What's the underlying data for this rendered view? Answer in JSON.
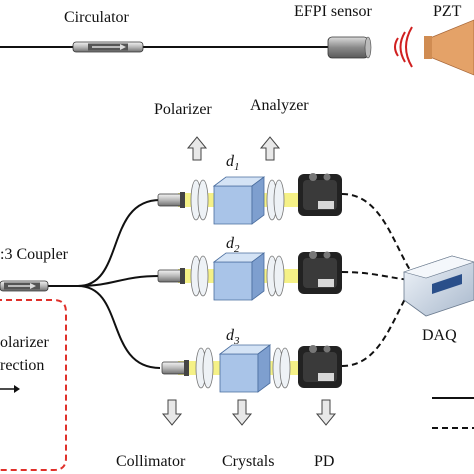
{
  "labels": {
    "circulator": "Circulator",
    "efpi_sensor": "EFPI sensor",
    "pzt": "PZT",
    "polarizer": "Polarizer",
    "analyzer": "Analyzer",
    "coupler": ":3 Coupler",
    "d1": "d",
    "d1_sub": "1",
    "d2": "d",
    "d2_sub": "2",
    "d3": "d",
    "d3_sub": "3",
    "daq": "DAQ",
    "polarizer_direction_line1": "olarizer",
    "polarizer_direction_line2": "rection",
    "collimator": "Collimator",
    "crystals": "Crystals",
    "pd": "PD"
  },
  "colors": {
    "fiber": "#111111",
    "beam": "#f4f07a",
    "cube_front": "#a9c4e8",
    "cube_top": "#d4e3f5",
    "cube_side": "#7e9fcf",
    "dashed_box": "#e0302a",
    "signal_wave": "#d02020",
    "pzt_body": "#e4a268",
    "arrow_fill": "#e8e8e8"
  }
}
